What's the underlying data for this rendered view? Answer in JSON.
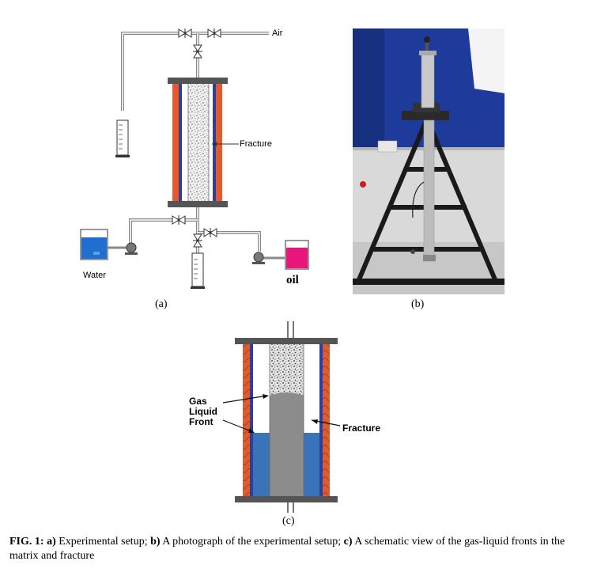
{
  "panel_a": {
    "label_air": "Air",
    "label_fracture": "Fracture",
    "label_water": "Water",
    "label_oil": "oil",
    "sublabel": "(a)"
  },
  "panel_b": {
    "sublabel": "(b)"
  },
  "panel_c": {
    "label_gas": "Gas",
    "label_liquid": "Liquid",
    "label_front": "Front",
    "label_fracture": "Fracture",
    "sublabel": "(c)"
  },
  "caption": {
    "fig": "FIG.  1:",
    "a_key": "a)",
    "a_text": " Experimental setup; ",
    "b_key": "b)",
    "b_text": " A photograph of the experimental setup; ",
    "c_key": "c)",
    "c_text": " A schematic view of the gas-liquid fronts in the matrix and fracture"
  },
  "colors": {
    "water": "#1f6fd0",
    "oil": "#e8157a",
    "heater": "#e45a2a",
    "plate": "#555555",
    "wall_blue": "#2a3f9e",
    "liquid_blue": "#3b73b8",
    "front_gray": "#8c8c8c"
  }
}
